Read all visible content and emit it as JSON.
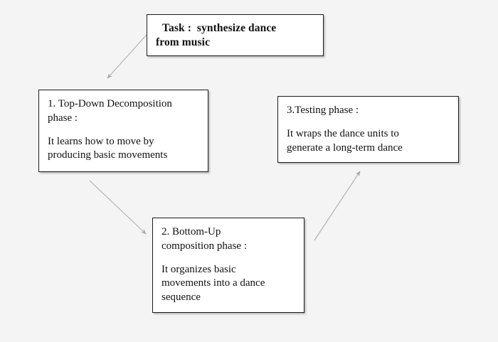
{
  "diagram": {
    "background_color": "#f4f4f4",
    "node_fill_color": "#ffffff",
    "node_border_color": "#1a1a1a",
    "arrow_color": "#b0b0b0",
    "nodes": [
      {
        "id": "task",
        "name": "task-box",
        "lines": [
          "Task :  synthesize dance",
          "from music"
        ]
      },
      {
        "id": "phase1",
        "name": "phase-1-box",
        "lines": [
          "1. Top-Down Decomposition",
          "phase :",
          "",
          "It learns how to move by",
          "producing basic movements"
        ]
      },
      {
        "id": "phase3",
        "name": "phase-3-box",
        "lines": [
          "3.Testing phase :",
          "",
          "It wraps the dance units to",
          "generate a long-term dance"
        ]
      },
      {
        "id": "phase2",
        "name": "phase-2-box",
        "lines": [
          "2. Bottom-Up",
          "composition phase :",
          "",
          "It organizes basic",
          "movements into a dance",
          "sequence"
        ]
      }
    ],
    "arrows": [
      {
        "id": "task-to-phase1",
        "from": "task",
        "to": "phase1"
      },
      {
        "id": "phase1-to-phase2",
        "from": "phase1",
        "to": "phase2"
      },
      {
        "id": "phase2-to-phase3",
        "from": "phase2",
        "to": "phase3"
      }
    ]
  }
}
